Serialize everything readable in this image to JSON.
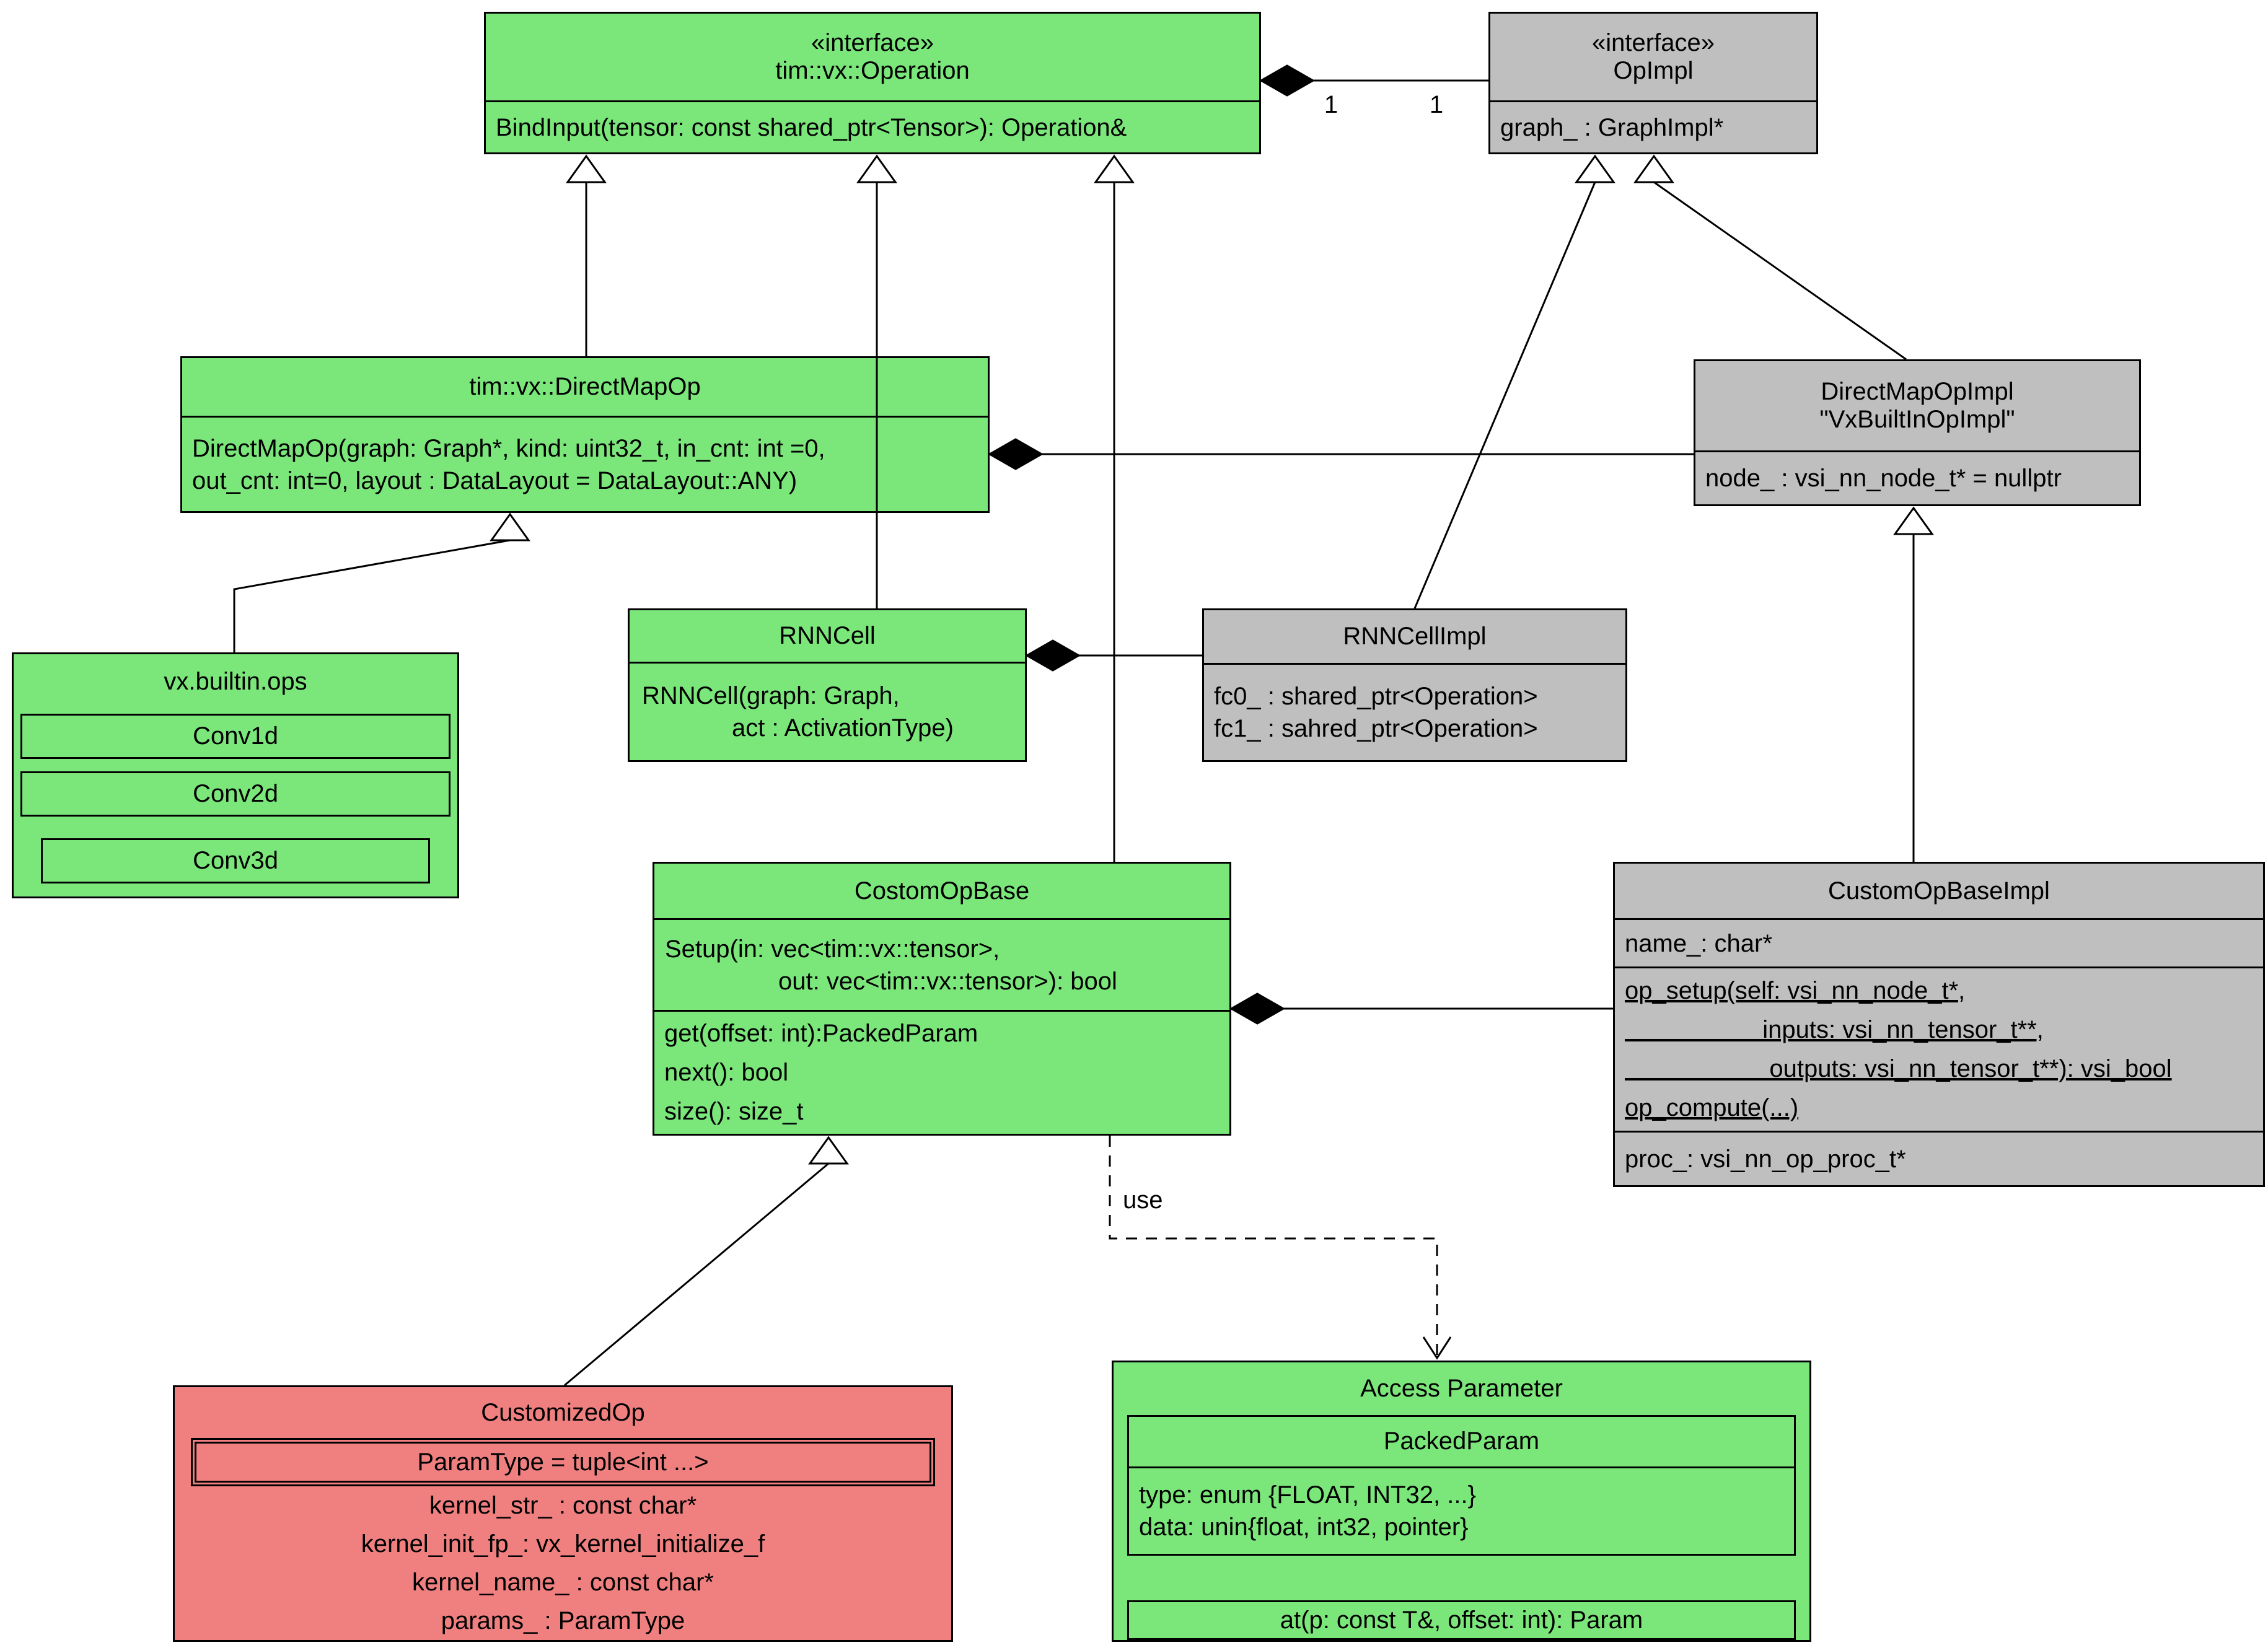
{
  "diagram": {
    "colors": {
      "class_green": "#7be77b",
      "impl_gray": "#bfbfbf",
      "custom_red": "#f08080",
      "line": "#000000"
    },
    "classes": {
      "operation": {
        "stereotype": "«interface»",
        "name": "tim::vx::Operation",
        "method": "BindInput(tensor: const shared_ptr<Tensor>): Operation&"
      },
      "opimpl": {
        "stereotype": "«interface»",
        "name": "OpImpl",
        "attr": "graph_ : GraphImpl*"
      },
      "directmapop": {
        "name": "tim::vx::DirectMapOp",
        "method1": "DirectMapOp(graph: Graph*, kind: uint32_t, in_cnt: int =0,",
        "method2": "out_cnt: int=0, layout : DataLayout = DataLayout::ANY)"
      },
      "directmapopimpl": {
        "name1": "DirectMapOpImpl",
        "name2": "\"VxBuiltInOpImpl\"",
        "attr": "node_ : vsi_nn_node_t* = nullptr"
      },
      "builtinops": {
        "name": "vx.builtin.ops",
        "items": [
          "Conv1d",
          "Conv2d",
          "Conv3d"
        ]
      },
      "rnncell": {
        "name": "RNNCell",
        "method1": "RNNCell(graph: Graph,",
        "method2": "act : ActivationType)"
      },
      "rnncellimpl": {
        "name": "RNNCellImpl",
        "attr1": "fc0_ : shared_ptr<Operation>",
        "attr2": "fc1_ : sahred_ptr<Operation>"
      },
      "costomopbase": {
        "name": "CostomOpBase",
        "setup1": "Setup(in: vec<tim::vx::tensor>,",
        "setup2": "out: vec<tim::vx::tensor>): bool",
        "m1": "get(offset: int):PackedParam",
        "m2": "next(): bool",
        "m3": "size(): size_t"
      },
      "customopbaseimpl": {
        "name": "CustomOpBaseImpl",
        "attr_name": "name_: char*",
        "op_setup1": "op_setup(self: vsi_nn_node_t*,",
        "op_setup2": "                    inputs: vsi_nn_tensor_t**,",
        "op_setup3": "                     outputs: vsi_nn_tensor_t**): vsi_bool",
        "op_compute": "op_compute(...)",
        "attr_proc": "proc_: vsi_nn_op_proc_t*"
      },
      "customizedop": {
        "name": "CustomizedOp",
        "template_param": "ParamType = tuple<int ...>",
        "attrs": [
          "kernel_str_ : const char*",
          "kernel_init_fp_: vx_kernel_initialize_f",
          "kernel_name_ : const char*",
          "params_ : ParamType"
        ]
      },
      "accessparam": {
        "name": "Access Parameter",
        "packedparam_name": "PackedParam",
        "attr1": "type: enum {FLOAT, INT32, ...}",
        "attr2": "data: unin{float, int32, pointer}",
        "at_method": "at(p: const T&, offset: int): Param"
      }
    },
    "edge_labels": {
      "mult_left": "1",
      "mult_right": "1",
      "use": "use"
    }
  }
}
